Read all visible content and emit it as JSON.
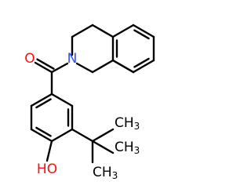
{
  "molecule": {
    "atoms": {
      "carbonyl_oxygen": {
        "text": "O",
        "color": "#ff0d0d"
      },
      "ring_nitrogen": {
        "text": "N",
        "color": "#3050f8"
      },
      "hydroxyl": {
        "text": "HO",
        "color": "#ff0d0d"
      },
      "methyl_top": {
        "text": "CH",
        "subscript": "3",
        "color": "#000000"
      },
      "methyl_right": {
        "text": "CH",
        "subscript": "3",
        "color": "#000000"
      },
      "methyl_bottom": {
        "text": "CH",
        "subscript": "3",
        "color": "#000000"
      }
    },
    "bond_color": "#000000"
  }
}
